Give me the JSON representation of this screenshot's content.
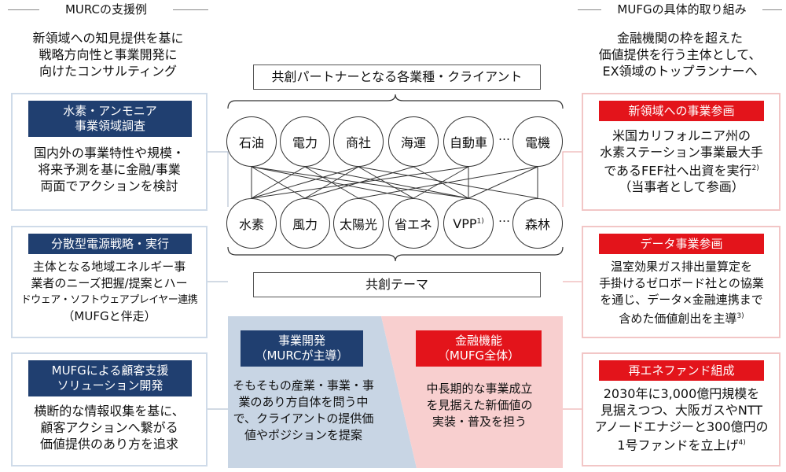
{
  "left": {
    "header": "MURCの支援例",
    "intro": [
      "新領域への知見提供を基に",
      "戦略方向性と事業開発に",
      "向けたコンサルティング"
    ],
    "panels": [
      {
        "badge": [
          "水素・アンモニア",
          "事業領域調査"
        ],
        "text": [
          "国内外の事業特性や規模・",
          "将来予測を基に金融/事業",
          "両面でアクションを検討"
        ]
      },
      {
        "badge": [
          "分散型電源戦略・実行"
        ],
        "text": [
          "主体となる地域エネルギー事",
          "業者のニーズ把握/提案とハー",
          "ドウェア・ソフトウェアプレイヤー連携",
          "（MUFGと伴走）"
        ]
      },
      {
        "badge": [
          "MUFGによる顧客支援",
          "ソリューション開発"
        ],
        "text": [
          "横断的な情報収集を基に、",
          "顧客アクションへ繋がる",
          "価値提供のあり方を追求"
        ]
      }
    ]
  },
  "right": {
    "header": "MUFGの具体的取り組み",
    "intro": [
      "金融機関の枠を超えた",
      "価値提供を行う主体として、",
      "EX領域のトップランナーへ"
    ],
    "panels": [
      {
        "badge": [
          "新領域への事業参画"
        ],
        "text": [
          "米国カリフォルニア州の",
          "水素ステーション事業最大手",
          "であるFEF社へ出資を実行",
          "（当事者として参画）"
        ],
        "note": "2)"
      },
      {
        "badge": [
          "データ事業参画"
        ],
        "text": [
          "温室効果ガス排出量算定を",
          "手掛けるゼロボード社との協業",
          "を通じ、データ×金融連携まで",
          "含めた価値創出を主導"
        ],
        "note": "3)"
      },
      {
        "badge": [
          "再エネファンド組成"
        ],
        "text": [
          "2030年に3,000億円規模を",
          "見据えつつ、大阪ガスやNTT",
          "アノードエナジーと300億円の",
          "1号ファンドを立上げ"
        ],
        "note": "4)"
      }
    ]
  },
  "center": {
    "top_label": "共創パートナーとなる各業種・クライアント",
    "bottom_label": "共創テーマ",
    "industries": [
      "石油",
      "電力",
      "商社",
      "海運",
      "自動車",
      "電機"
    ],
    "themes": [
      "水素",
      "風力",
      "太陽光",
      "省エネ",
      "VPP",
      "森林"
    ],
    "vpp_note": "1)",
    "ellipsis": "…",
    "dev": {
      "badge": [
        "事業開発",
        "（MURCが主導）"
      ],
      "text": [
        "そもそもの産業・事業・事",
        "業のあり方自体を問う中",
        "で、クライアントの提供価",
        "値やポジションを提案"
      ]
    },
    "fin": {
      "badge": [
        "金融機能",
        "（MUFG全体）"
      ],
      "text": [
        "中長期的な事業成立",
        "を見据えた新価値の",
        "実装・普及を担う"
      ]
    }
  },
  "colors": {
    "navy": "#203f70",
    "red": "#e3141b",
    "light_blue": "#cfdbe9",
    "light_red": "#f2c6c6"
  }
}
